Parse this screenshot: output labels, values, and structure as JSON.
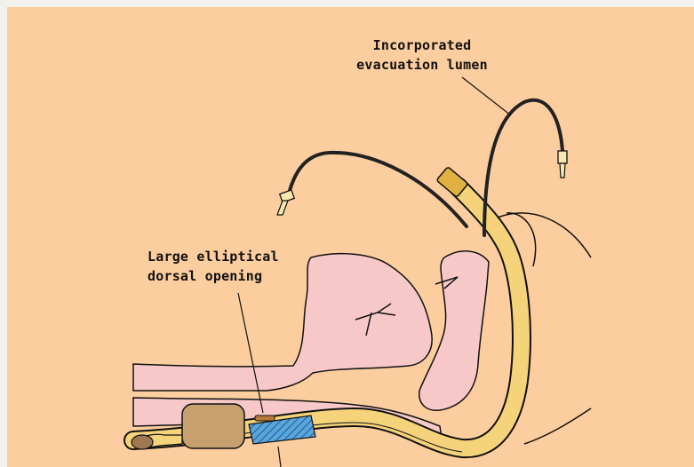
{
  "labels": {
    "evacuation_lumen": {
      "line1": "Incorporated",
      "line2": "evacuation lumen"
    },
    "dorsal_opening": {
      "line1": "Large elliptical",
      "line2": "dorsal opening"
    }
  },
  "colors": {
    "border": "#f2f1ec",
    "background": "#fccd9e",
    "tissue": "#f7c8c8",
    "tube": "#f5d37a",
    "cuff": "#c8a070",
    "lumen_hatch": "#3a8fcf",
    "outline": "#111111"
  }
}
